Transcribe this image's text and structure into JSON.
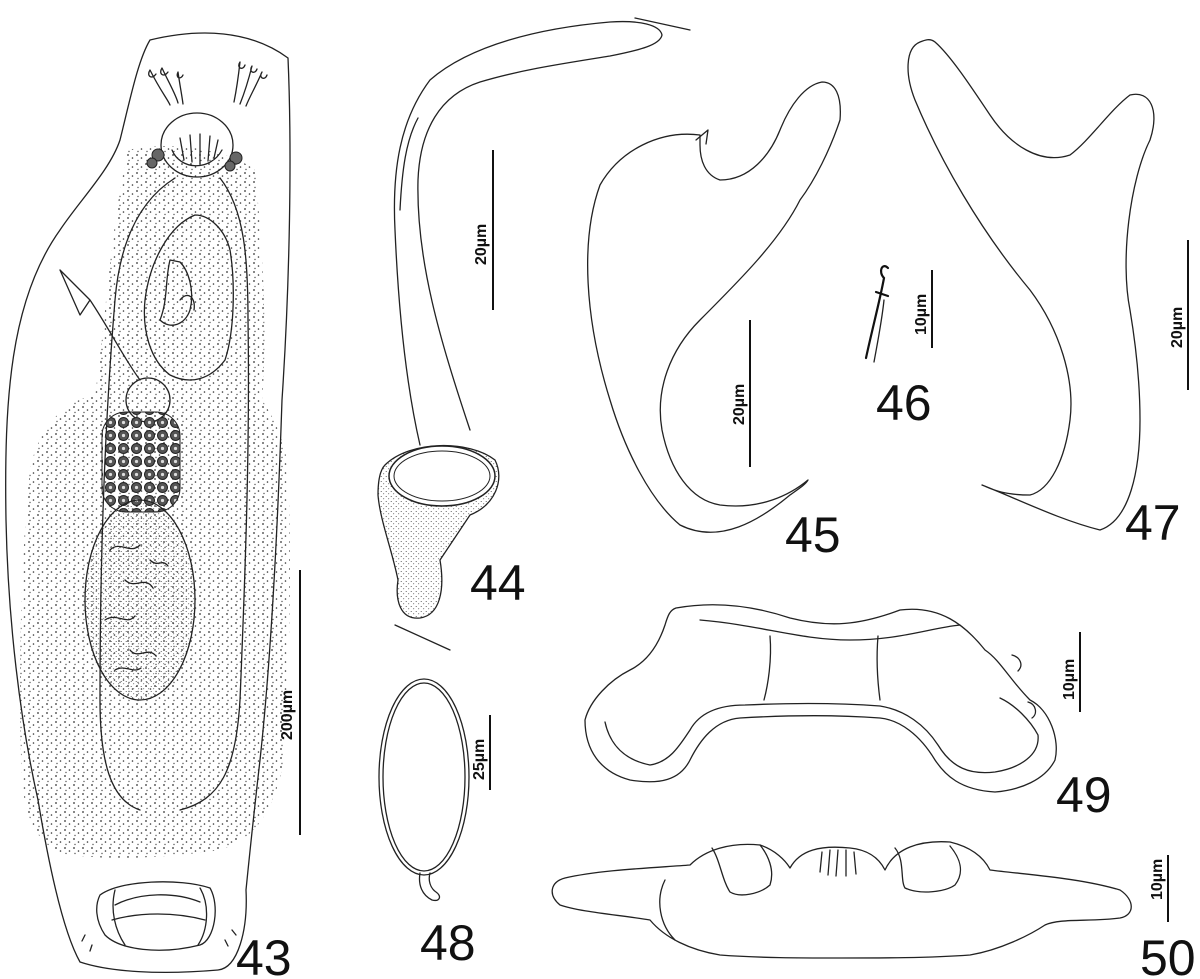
{
  "figures": {
    "f43": {
      "number": "43",
      "scale": "200µm"
    },
    "f44": {
      "number": "44",
      "scale": "20µm"
    },
    "f45": {
      "number": "45",
      "scale": "20µm"
    },
    "f46": {
      "number": "46",
      "scale": "10µm"
    },
    "f47": {
      "number": "47",
      "scale": "20µm"
    },
    "f48": {
      "number": "48",
      "scale": "25µm"
    },
    "f49": {
      "number": "49",
      "scale": "10µm"
    },
    "f50": {
      "number": "50",
      "scale": "10µm"
    }
  }
}
